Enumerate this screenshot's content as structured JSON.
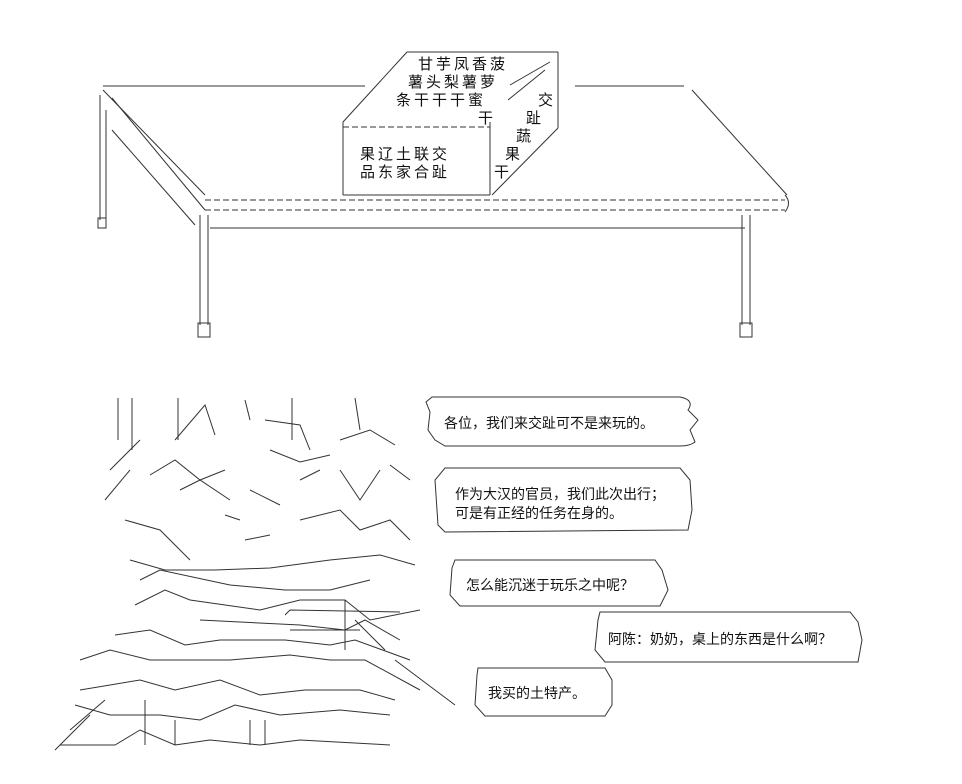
{
  "box_label": {
    "top_lines": [
      "甘芋凤香菠",
      "薯头梨薯萝",
      "条干干干蜜"
    ],
    "top_side": [
      "交",
      "干",
      "趾"
    ],
    "side_chars": [
      "蔬",
      "果",
      "干"
    ],
    "front_lines": [
      "果辽土联交",
      "品东家合趾"
    ]
  },
  "bubbles": [
    {
      "id": "b1",
      "lines": [
        "各位，我们来交趾可不是来玩的。"
      ]
    },
    {
      "id": "b2",
      "lines": [
        "作为大汉的官员，我们此次出行；",
        "可是有正经的任务在身的。"
      ]
    },
    {
      "id": "b3",
      "lines": [
        "怎么能沉迷于玩乐之中呢？"
      ]
    },
    {
      "id": "b4",
      "lines": [
        "阿陈：奶奶，桌上的东西是什么啊？"
      ]
    },
    {
      "id": "b5",
      "lines": [
        "我买的土特产。"
      ]
    }
  ]
}
